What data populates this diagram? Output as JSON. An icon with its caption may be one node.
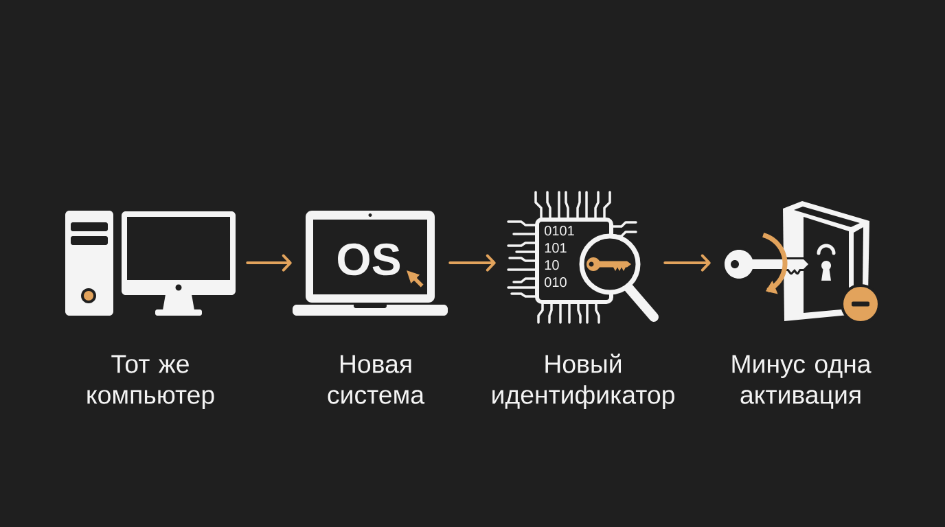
{
  "diagram": {
    "nodes": [
      {
        "text": [],
        "shape": "picture",
        "beside": [
          "Тот же компьютер"
        ]
      },
      {
        "text": [],
        "shape": "picture",
        "beside": [
          "Новая система"
        ]
      },
      {
        "text": [],
        "shape": "picture",
        "beside": [
          "Новый идентификатор"
        ]
      },
      {
        "text": [],
        "shape": "picture",
        "beside": [
          "Минус одна активация"
        ]
      }
    ],
    "edges": [
      {
        "from": 0,
        "to": 1,
        "arrow": "to"
      },
      {
        "from": 1,
        "to": 2,
        "arrow": "to"
      },
      {
        "from": 2,
        "to": 3,
        "arrow": "to"
      }
    ],
    "labels": [
      "OS",
      "0101",
      "101",
      "10",
      "010"
    ]
  }
}
